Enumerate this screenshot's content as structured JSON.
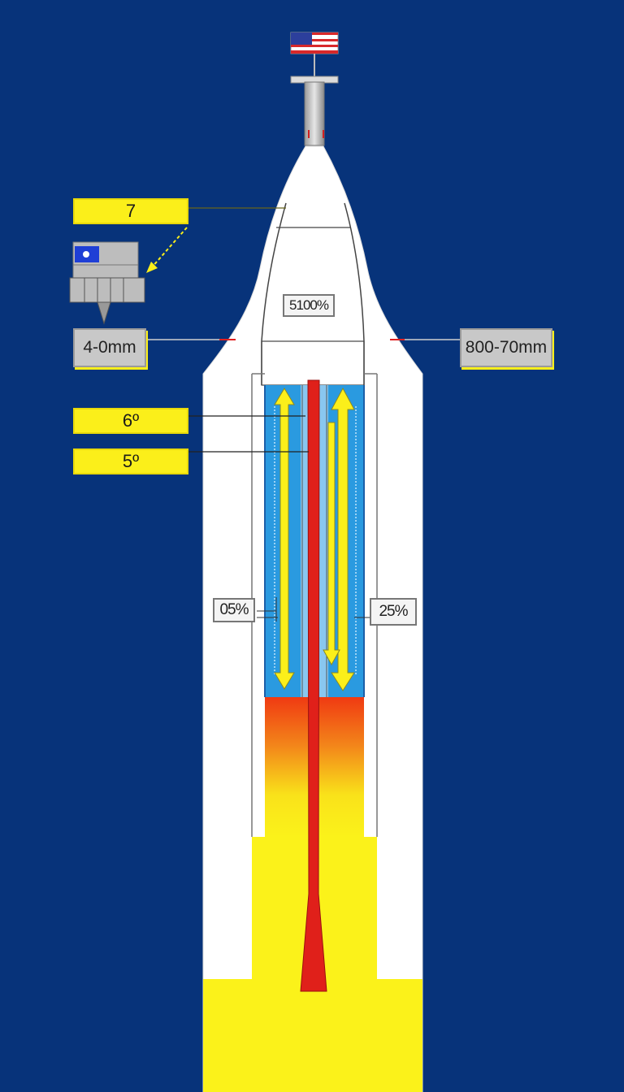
{
  "labels": {
    "top_left": "7",
    "left_width": "4-0mm",
    "right_width": "800-70mm",
    "nose_percent": "5100%",
    "upper_tag": "6º",
    "lower_tag": "5º",
    "left_percent": "05%",
    "right_percent": "25%"
  },
  "colors": {
    "background": "#07337a",
    "rocket_body": "#ffffff",
    "chamber_blue": "#2a9ae0",
    "core_red": "#e0201a",
    "label_yellow": "#fbef1a",
    "flame_orange": "#f25a12"
  },
  "icons": {
    "flag": "us-flag-icon",
    "device": "control-panel-icon",
    "arrows": "flow-arrow-icon"
  }
}
